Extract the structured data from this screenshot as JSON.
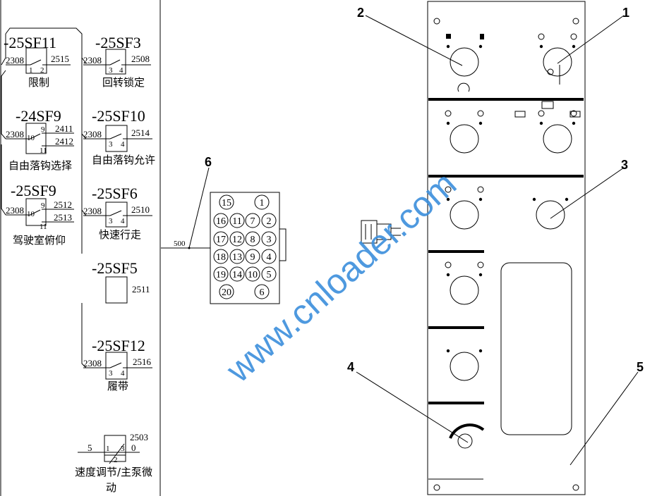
{
  "switches": [
    {
      "id": "-25SF11",
      "left": "2308",
      "right": "2515",
      "pins": [
        "1",
        "2"
      ],
      "caption": "限制"
    },
    {
      "id": "-25SF3",
      "left": "2308",
      "right": "2508",
      "pins": [
        "3",
        "4"
      ],
      "caption": "回转锁定"
    },
    {
      "id": "-24SF9",
      "left": "2308",
      "right_top": "2411",
      "right_bottom": "2412",
      "pins": [
        "10",
        "9",
        "11"
      ],
      "caption": "自由落钩选择"
    },
    {
      "id": "-25SF10",
      "left": "2308",
      "right": "2514",
      "pins": [
        "3",
        "4"
      ],
      "caption": "自由落钩允许"
    },
    {
      "id": "-25SF9",
      "left": "2308",
      "right_top": "2512",
      "right_bottom": "2513",
      "pins": [
        "10",
        "9",
        "11"
      ],
      "caption": "驾驶室俯仰"
    },
    {
      "id": "-25SF6",
      "left": "2308",
      "right": "2510",
      "pins": [
        "3",
        "4"
      ],
      "caption": "快速行走"
    },
    {
      "id": "-25SF5",
      "right": "2511"
    },
    {
      "id": "-25SF12",
      "left": "2308",
      "right": "2516",
      "pins": [
        "3",
        "4"
      ],
      "caption": "履带"
    }
  ],
  "potentiometer": {
    "left": "5",
    "right": "0",
    "pins": [
      "1",
      "2",
      "3"
    ],
    "wire": "2503",
    "caption_line1": "速度调节/主泵微",
    "caption_line2": "动"
  },
  "cable": {
    "wire": "500"
  },
  "connector_pins": [
    "15",
    "1",
    "16",
    "11",
    "7",
    "2",
    "17",
    "12",
    "8",
    "3",
    "18",
    "13",
    "9",
    "4",
    "19",
    "14",
    "10",
    "5",
    "20",
    "6"
  ],
  "callouts": [
    "1",
    "2",
    "3",
    "4",
    "5",
    "6"
  ],
  "watermark": "www.cnloader.com",
  "colors": {
    "watermark": "#3b8fdc",
    "line": "#000000"
  }
}
